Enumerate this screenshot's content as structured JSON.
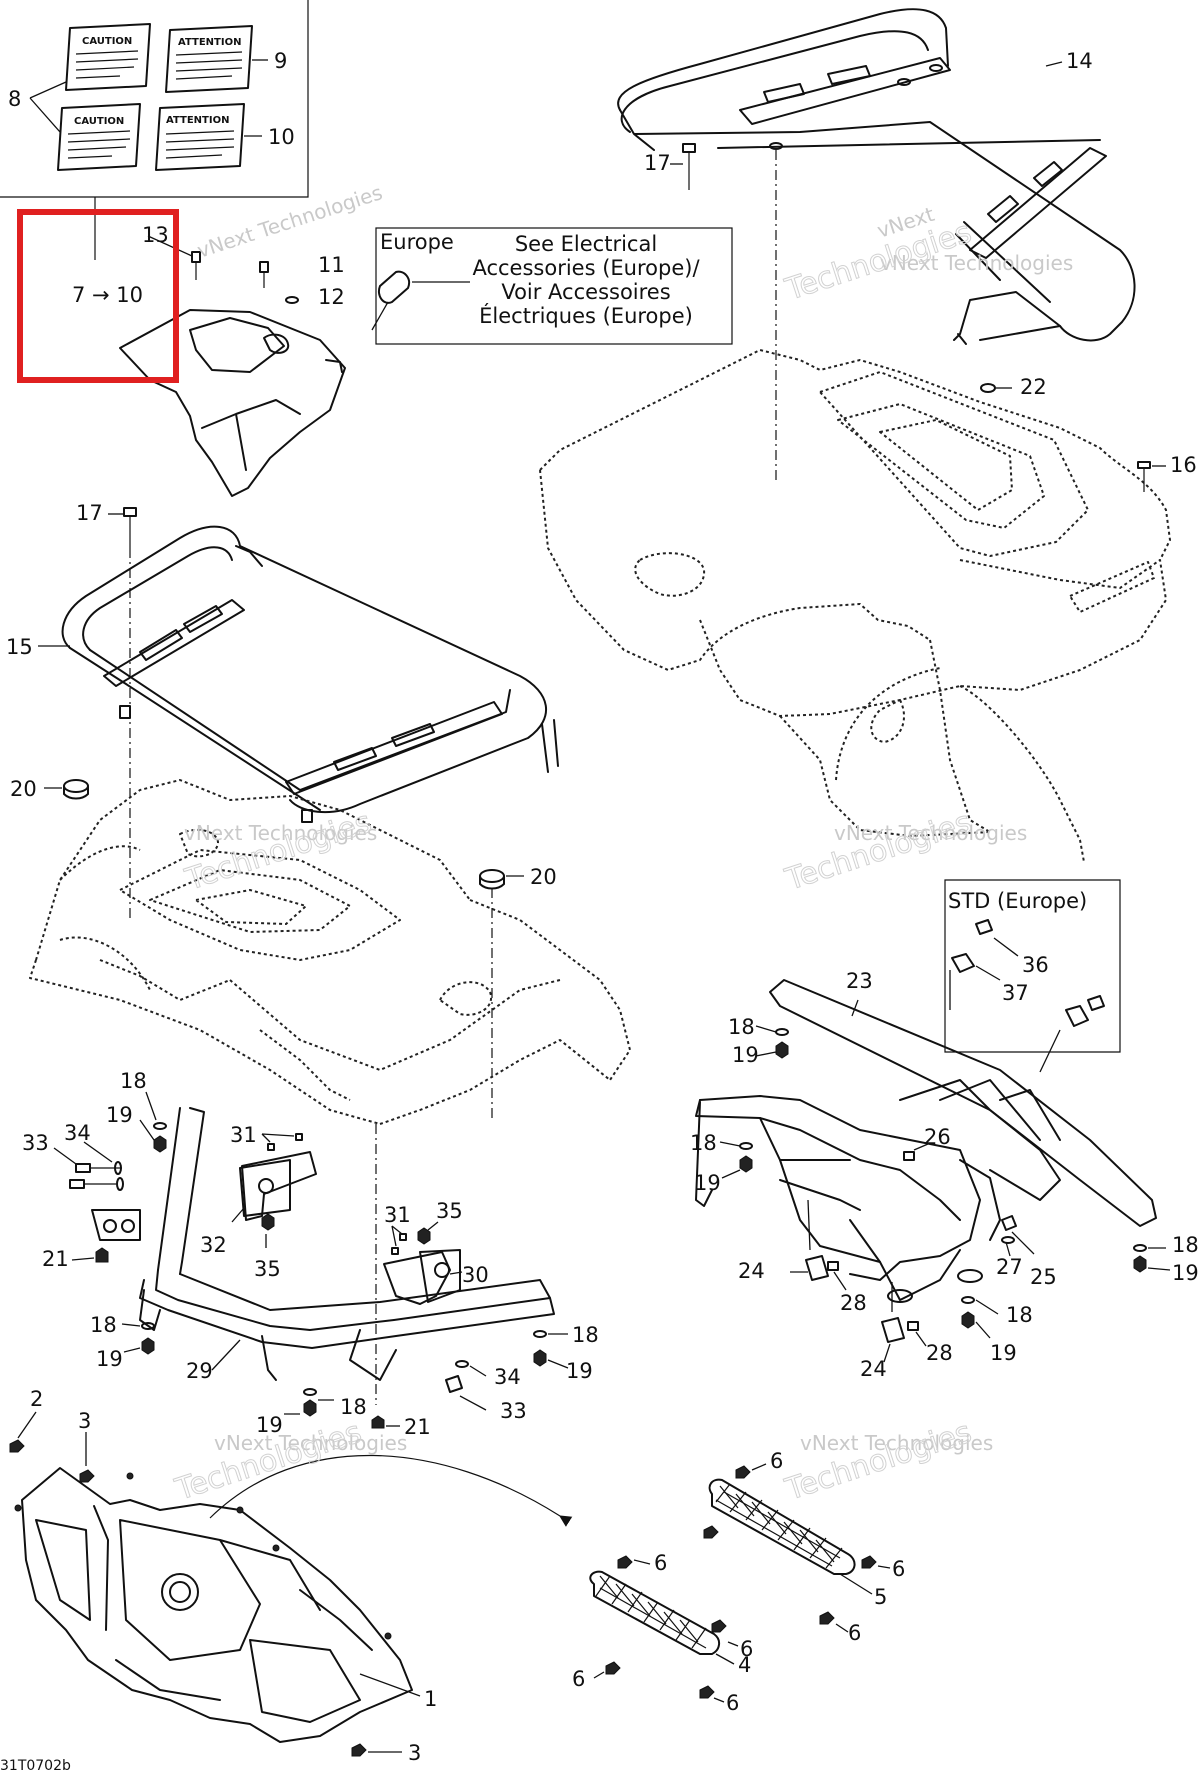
{
  "watermark": {
    "line1": "vNext Technologies",
    "line2": "Technologies",
    "line3": "vNext"
  },
  "decals": {
    "caution_label": "CAUTION",
    "attention_label": "ATTENTION"
  },
  "highlight_box": {
    "range_label": "7 → 10",
    "color": "#e02020"
  },
  "callout_box_europe": {
    "title": "Europe",
    "line1": "See Electrical",
    "line2": "Accessories (Europe)/",
    "line3": "Voir Accessoires",
    "line4": "Électriques (Europe)"
  },
  "callout_box_std": {
    "title": "STD (Europe)"
  },
  "callouts": {
    "c1": "1",
    "c2": "2",
    "c3a": "3",
    "c3b": "3",
    "c4": "4",
    "c5": "5",
    "c6a": "6",
    "c6b": "6",
    "c6c": "6",
    "c6d": "6",
    "c6e": "6",
    "c6f": "6",
    "c6g": "6",
    "c8": "8",
    "c9": "9",
    "c10": "10",
    "c11": "11",
    "c12": "12",
    "c13": "13",
    "c14": "14",
    "c15": "15",
    "c16": "16",
    "c17a": "17",
    "c17b": "17",
    "c18a": "18",
    "c18b": "18",
    "c18c": "18",
    "c18d": "18",
    "c18e": "18",
    "c18f": "18",
    "c18g": "18",
    "c18h": "18",
    "c19a": "19",
    "c19b": "19",
    "c19c": "19",
    "c19d": "19",
    "c19e": "19",
    "c19f": "19",
    "c19g": "19",
    "c19h": "19",
    "c20a": "20",
    "c20b": "20",
    "c21a": "21",
    "c21b": "21",
    "c22": "22",
    "c23": "23",
    "c24a": "24",
    "c24b": "24",
    "c25": "25",
    "c26": "26",
    "c27": "27",
    "c28a": "28",
    "c28b": "28",
    "c29": "29",
    "c30": "30",
    "c31a": "31",
    "c31b": "31",
    "c32": "32",
    "c33a": "33",
    "c33b": "33",
    "c34a": "34",
    "c34b": "34",
    "c35a": "35",
    "c35b": "35",
    "c36": "36",
    "c37": "37"
  },
  "footer": {
    "code": "31T0702b"
  }
}
